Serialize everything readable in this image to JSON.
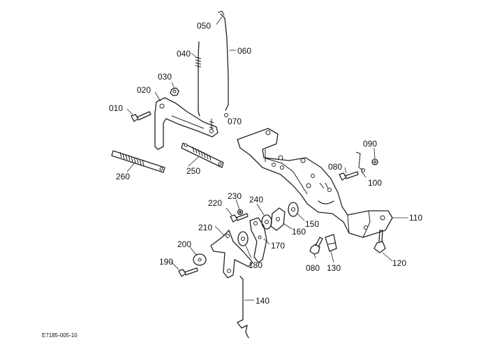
{
  "labels": {
    "p010": "010",
    "p020": "020",
    "p030": "030",
    "p040": "040",
    "p050": "050",
    "p060": "060",
    "p070": "070",
    "p080a": "080",
    "p080b": "080",
    "p090": "090",
    "p100": "100",
    "p110": "110",
    "p120": "120",
    "p130": "130",
    "p140": "140",
    "p150": "150",
    "p160": "160",
    "p170": "170",
    "p180": "180",
    "p190": "190",
    "p200": "200",
    "p210": "210",
    "p220": "220",
    "p230": "230",
    "p240": "240",
    "p250": "250",
    "p260": "260"
  },
  "reference_code": "E7185-005-10"
}
